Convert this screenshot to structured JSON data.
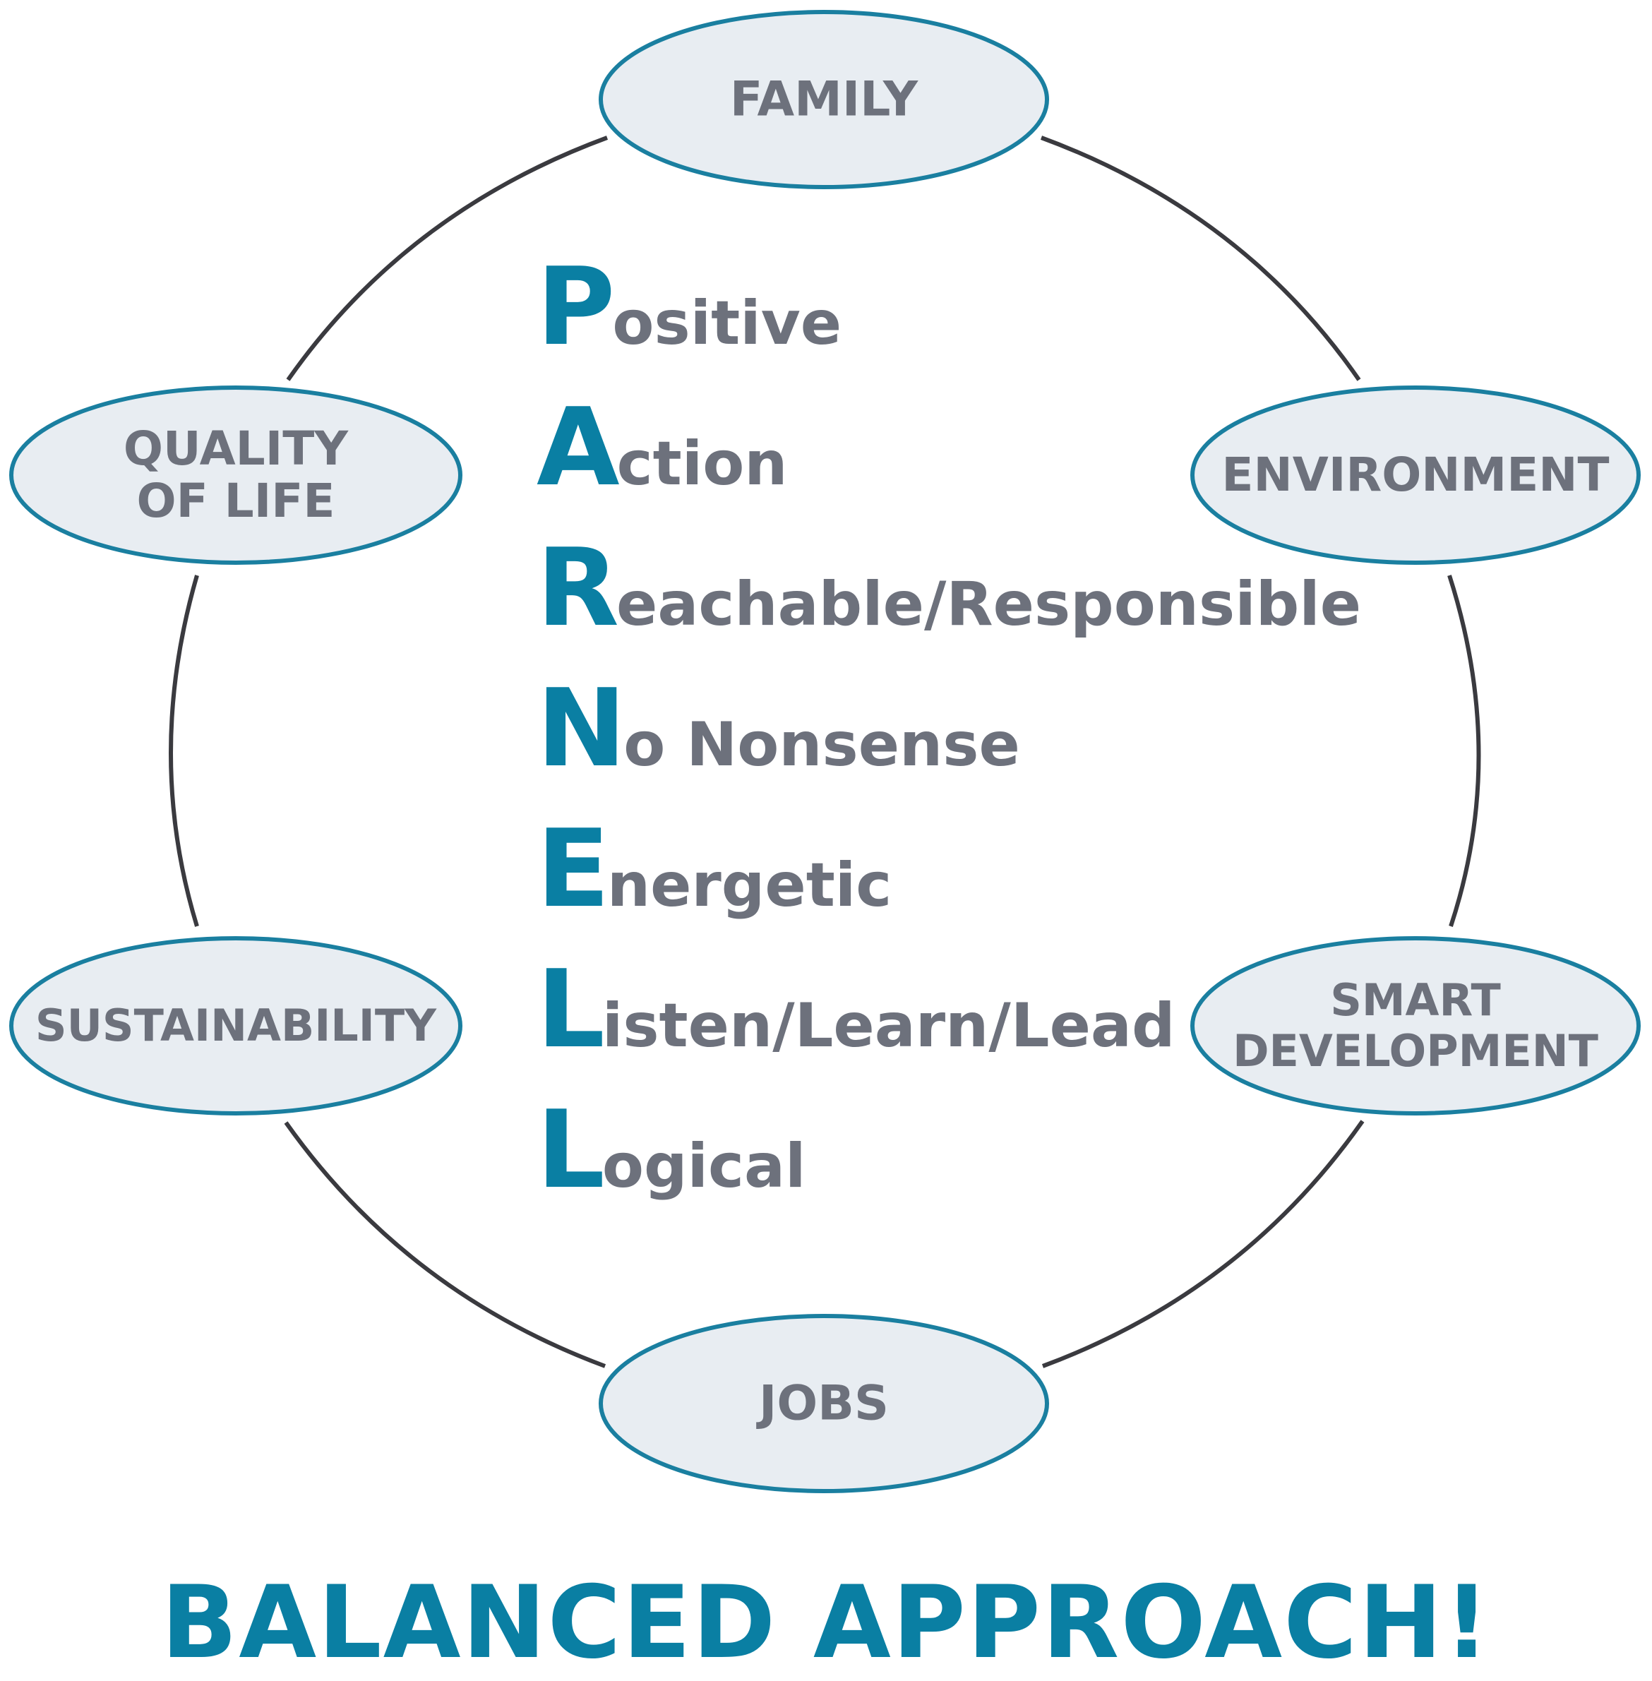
{
  "colors": {
    "accent": "#0a7fa3",
    "text_gray": "#6d717c",
    "node_fill": "#e8edf2",
    "node_stroke": "#1a7fa0",
    "connector": "#3a3a3f",
    "background": "#ffffff"
  },
  "nodes": [
    {
      "id": "family",
      "lines": [
        "FAMILY"
      ]
    },
    {
      "id": "environment",
      "lines": [
        "ENVIRONMENT"
      ]
    },
    {
      "id": "smart-development",
      "lines": [
        "SMART",
        "DEVELOPMENT"
      ]
    },
    {
      "id": "jobs",
      "lines": [
        "JOBS"
      ]
    },
    {
      "id": "sustainability",
      "lines": [
        "SUSTAINABILITY"
      ]
    },
    {
      "id": "quality-of-life",
      "lines": [
        "QUALITY",
        "OF LIFE"
      ]
    }
  ],
  "acronym": [
    {
      "initial": "P",
      "rest": "ositive"
    },
    {
      "initial": "A",
      "rest": "ction"
    },
    {
      "initial": "R",
      "rest": "eachable/Responsible"
    },
    {
      "initial": "N",
      "rest": "o Nonsense"
    },
    {
      "initial": "E",
      "rest": "nergetic"
    },
    {
      "initial": "L",
      "rest": "isten/Learn/Lead"
    },
    {
      "initial": "L",
      "rest": "ogical"
    }
  ],
  "footer": "BALANCED APPROACH!"
}
